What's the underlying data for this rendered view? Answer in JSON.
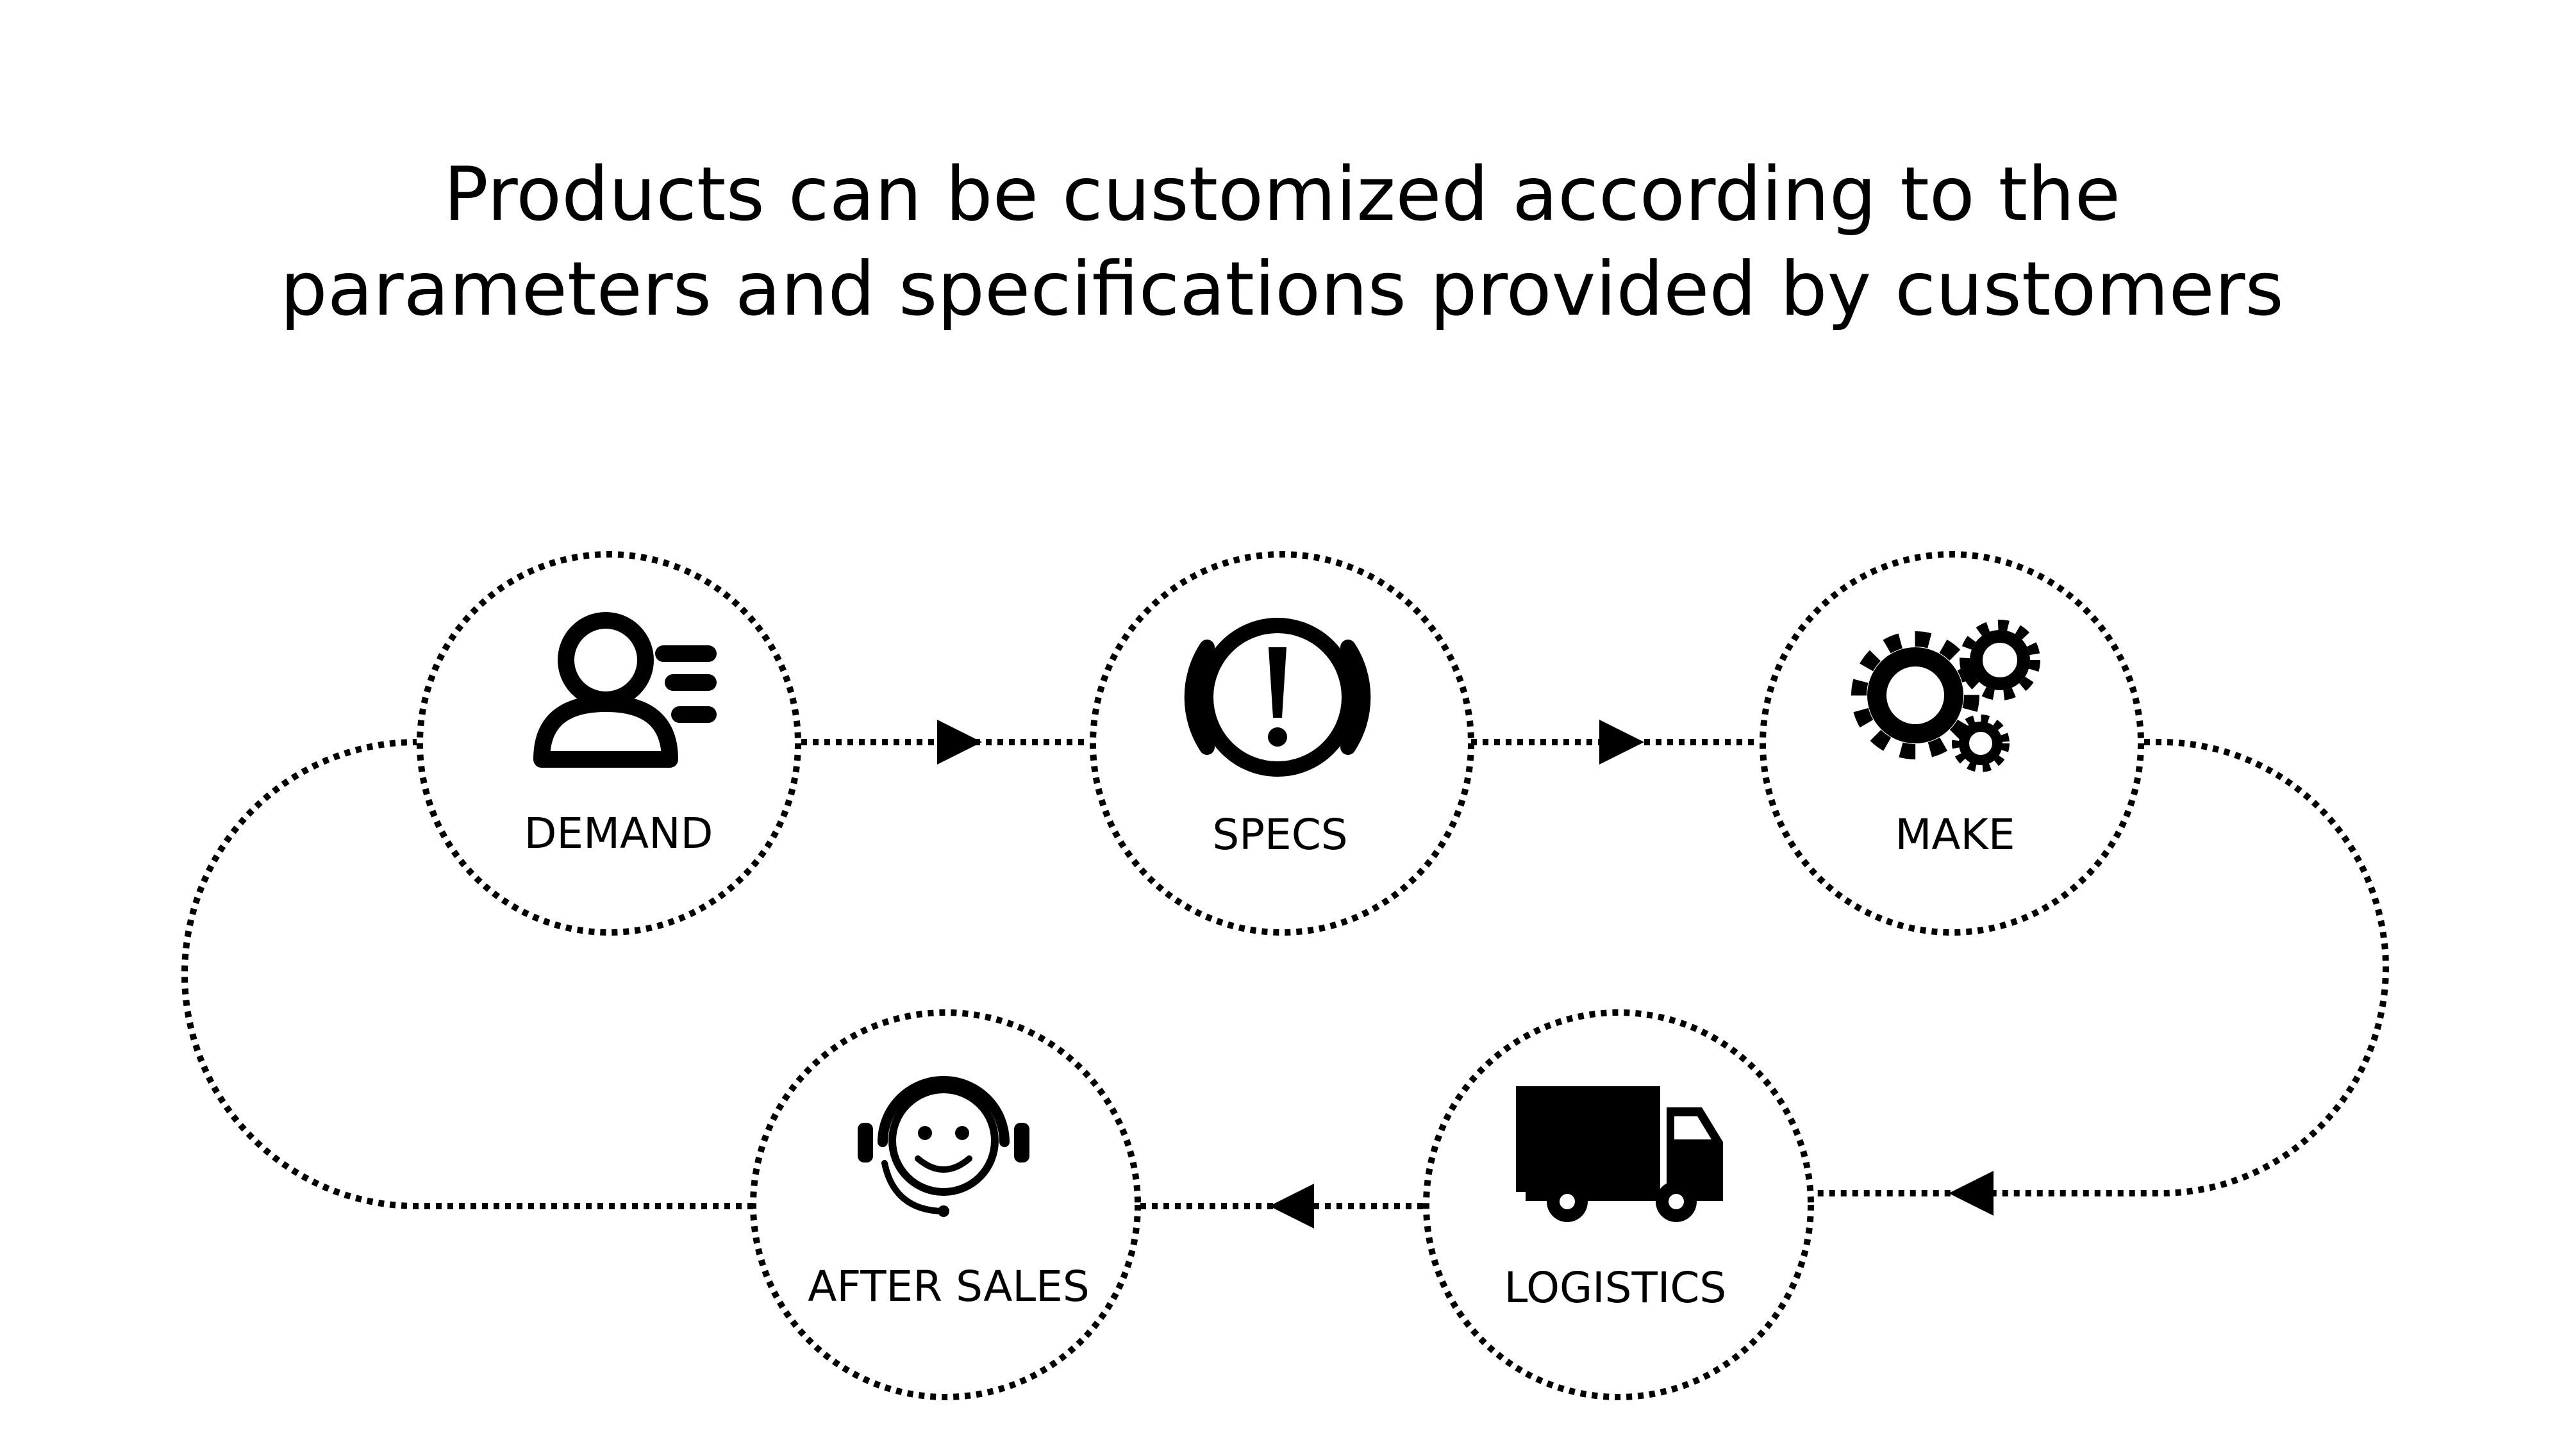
{
  "title": {
    "line1": "Products can be customized according to the",
    "line2": "parameters and specifications provided by customers"
  },
  "steps": [
    {
      "id": "demand",
      "label": "DEMAND",
      "icon": "person-list-icon"
    },
    {
      "id": "specs",
      "label": "SPECS",
      "icon": "exclamation-circle-icon"
    },
    {
      "id": "make",
      "label": "MAKE",
      "icon": "gears-icon"
    },
    {
      "id": "logistics",
      "label": "LOGISTICS",
      "icon": "truck-icon"
    },
    {
      "id": "after_sales",
      "label": "AFTER SALES",
      "icon": "headset-smile-icon"
    }
  ],
  "colors": {
    "ink": "#000000",
    "background": "#ffffff"
  }
}
